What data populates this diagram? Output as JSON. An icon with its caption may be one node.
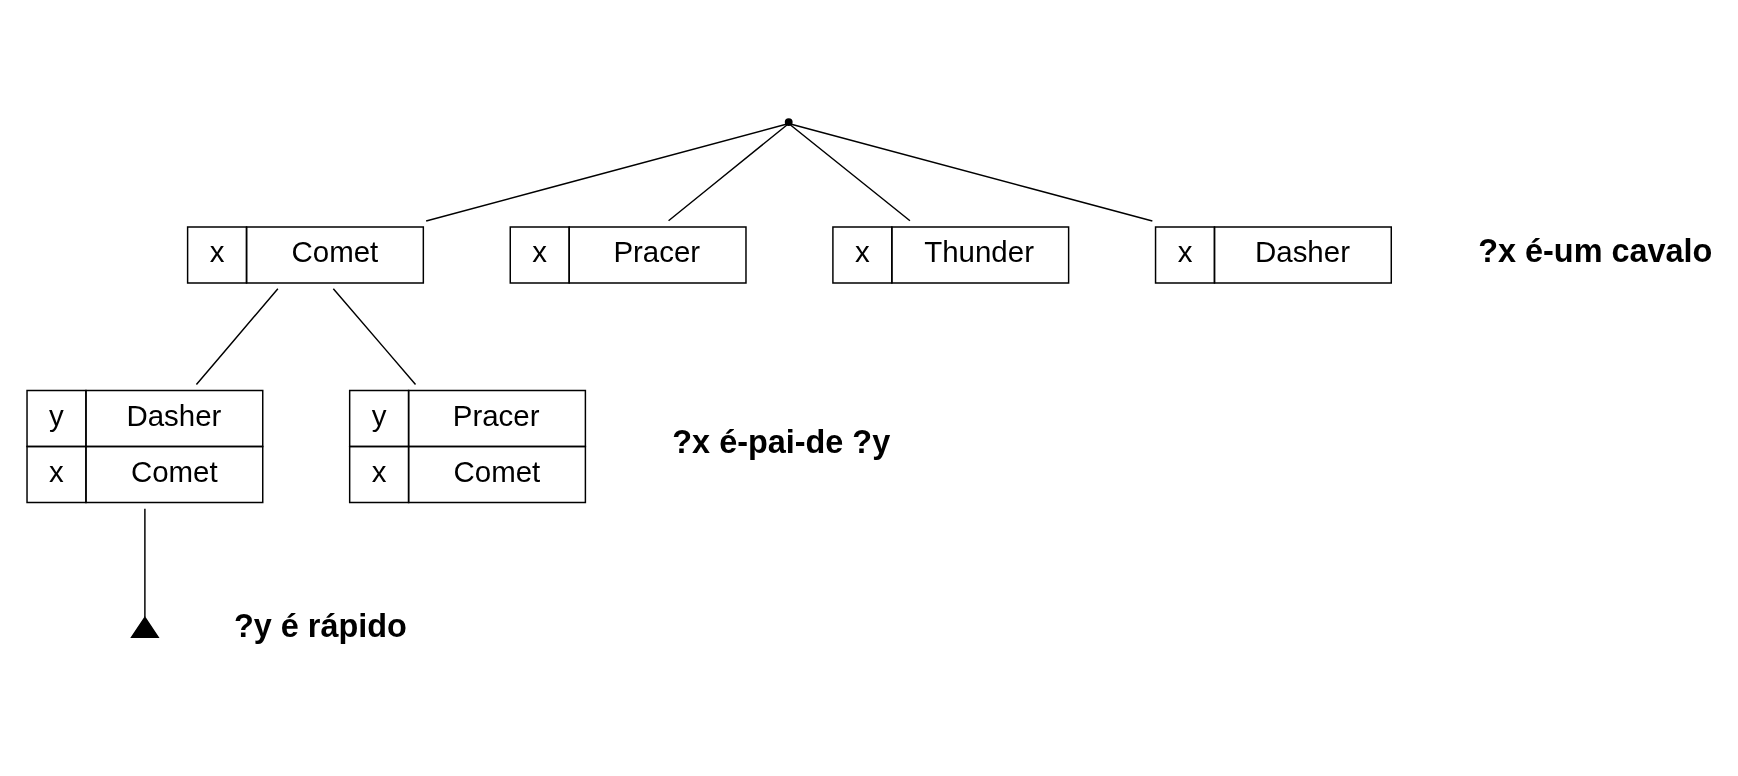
{
  "diagram": {
    "nodes": [
      {
        "text": [],
        "shape": "point"
      },
      {
        "text": [
          "x",
          "Comet"
        ]
      },
      {
        "text": [
          "x",
          "Pracer"
        ]
      },
      {
        "text": [
          "x",
          "Thunder"
        ]
      },
      {
        "text": [
          "x",
          "Dasher"
        ]
      },
      {
        "text": [
          "y",
          "Dasher",
          "x",
          "Comet"
        ]
      },
      {
        "text": [
          "y",
          "Pracer",
          "x",
          "Comet"
        ]
      },
      {
        "text": [],
        "shape": "picture"
      }
    ],
    "edges": [
      {
        "from": 0,
        "to": 1,
        "arrow": "none"
      },
      {
        "from": 0,
        "to": 2,
        "arrow": "none"
      },
      {
        "from": 0,
        "to": 3,
        "arrow": "none"
      },
      {
        "from": 0,
        "to": 4,
        "arrow": "none"
      },
      {
        "from": 1,
        "to": 5,
        "arrow": "none"
      },
      {
        "from": 1,
        "to": 6,
        "arrow": "none"
      },
      {
        "from": 5,
        "to": 7,
        "arrow": "none"
      }
    ],
    "labels": [
      "?x é-um cavalo",
      "?x é-pai-de ?y",
      "?y é rápido"
    ]
  }
}
